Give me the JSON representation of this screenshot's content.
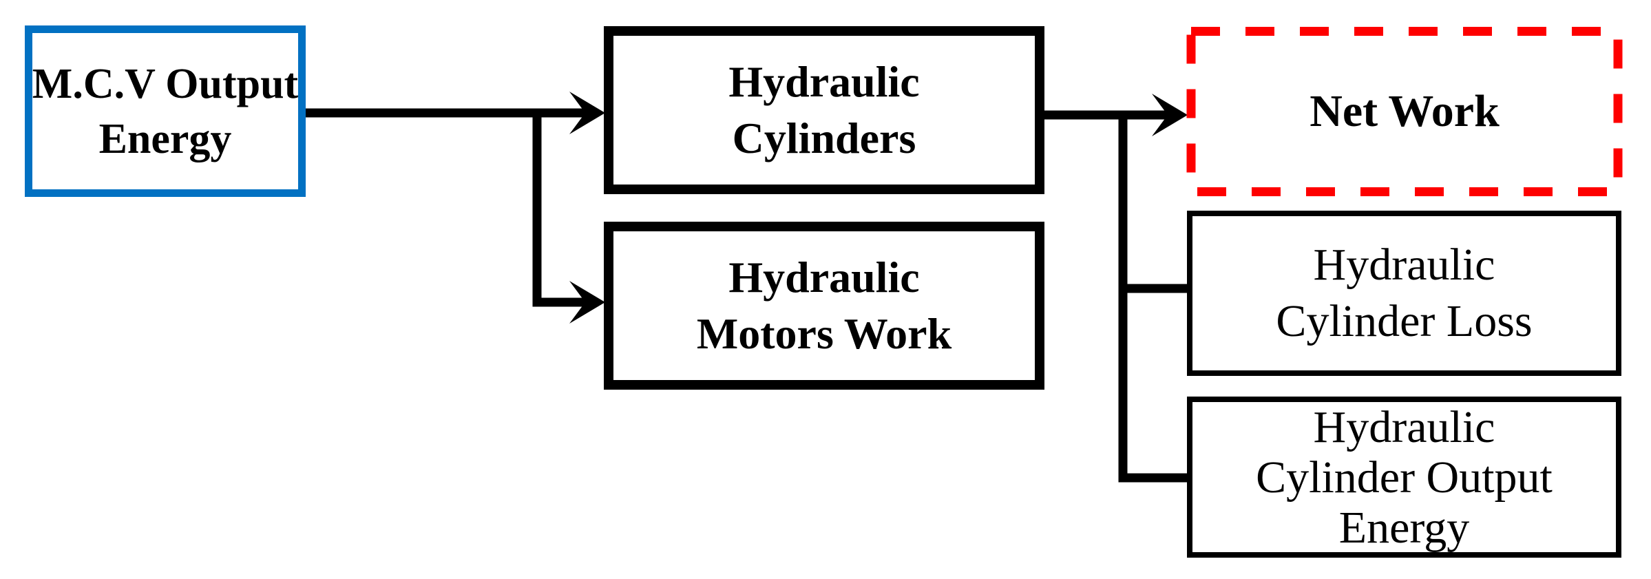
{
  "figure": {
    "type": "flowchart",
    "background": "#ffffff",
    "colors": {
      "blue_border": "#0271c2",
      "red_dashed_border": "#fe0000",
      "line_black": "#000000"
    },
    "nodes": {
      "mcv_output_energy": {
        "label": "M.C.V Output Energy",
        "lines": [
          "M.C.V Output",
          "Energy"
        ],
        "border": "thick solid blue",
        "emphasis": "bold"
      },
      "hydraulic_cylinders": {
        "label": "Hydraulic Cylinders",
        "lines": [
          "Hydraulic",
          "Cylinders"
        ],
        "border": "thick solid black",
        "emphasis": "bold"
      },
      "hydraulic_motors_work": {
        "label": "Hydraulic Motors Work",
        "lines": [
          "Hydraulic",
          "Motors Work"
        ],
        "border": "thick solid black",
        "emphasis": "bold"
      },
      "net_work": {
        "label": "Net Work",
        "lines": [
          "Net Work"
        ],
        "border": "thick dashed red",
        "emphasis": "bold"
      },
      "hydraulic_cylinder_loss": {
        "label": "Hydraulic Cylinder Loss",
        "lines": [
          "Hydraulic",
          "Cylinder Loss"
        ],
        "border": "thin solid black",
        "emphasis": "normal"
      },
      "hydraulic_cylinder_output_energy": {
        "label": "Hydraulic Cylinder Output Energy",
        "lines": [
          "Hydraulic",
          "Cylinder Output",
          "Energy"
        ],
        "border": "thin solid black",
        "emphasis": "normal"
      }
    },
    "edges": [
      {
        "from": "mcv_output_energy",
        "to": "hydraulic_cylinders",
        "arrowhead": true
      },
      {
        "from": "mcv_output_energy",
        "to": "hydraulic_motors_work",
        "arrowhead": true
      },
      {
        "from": "hydraulic_cylinders",
        "to": "net_work",
        "arrowhead": true
      },
      {
        "from": "hydraulic_cylinders",
        "to": "hydraulic_cylinder_loss",
        "arrowhead": false
      },
      {
        "from": "hydraulic_cylinders",
        "to": "hydraulic_cylinder_output_energy",
        "arrowhead": false
      }
    ]
  }
}
